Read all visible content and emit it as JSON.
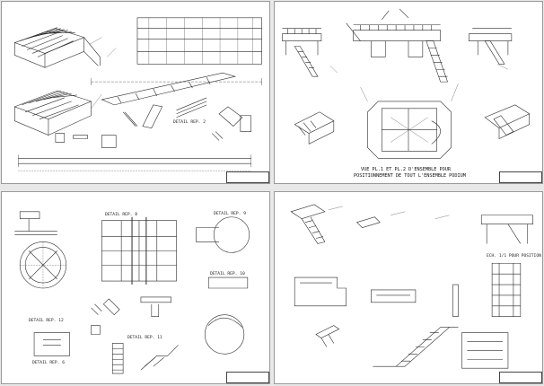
{
  "colors": {
    "paper": "#ffffff",
    "ink": "#2a2a2a",
    "sheet_border": "#9a9a9a",
    "background": "#e8e8e8"
  },
  "sheets": [
    {
      "id": "sheet-top-left",
      "labels": [
        "DETAIL REP. 2"
      ],
      "title_block": [
        "",
        "",
        ""
      ]
    },
    {
      "id": "sheet-top-right",
      "title_lines": [
        "VUE PL.1 ET PL.2 D'ENSEMBLE POUR",
        "POSITIONNEMENT DE TOUT L'ENSEMBLE PODIUM"
      ],
      "labels": [],
      "title_block": [
        "",
        "",
        ""
      ]
    },
    {
      "id": "sheet-bottom-left",
      "labels": [
        "DETAIL REP. 8",
        "DETAIL REP. 9",
        "DETAIL REP. 10",
        "DETAIL REP. 12",
        "DETAIL REP. 6",
        "DETAIL REP. 11"
      ],
      "title_block": [
        "",
        "",
        ""
      ]
    },
    {
      "id": "sheet-bottom-right",
      "labels": [
        "ECH. 1/1 POUR POSITION"
      ],
      "title_block": [
        "",
        "",
        ""
      ]
    }
  ]
}
